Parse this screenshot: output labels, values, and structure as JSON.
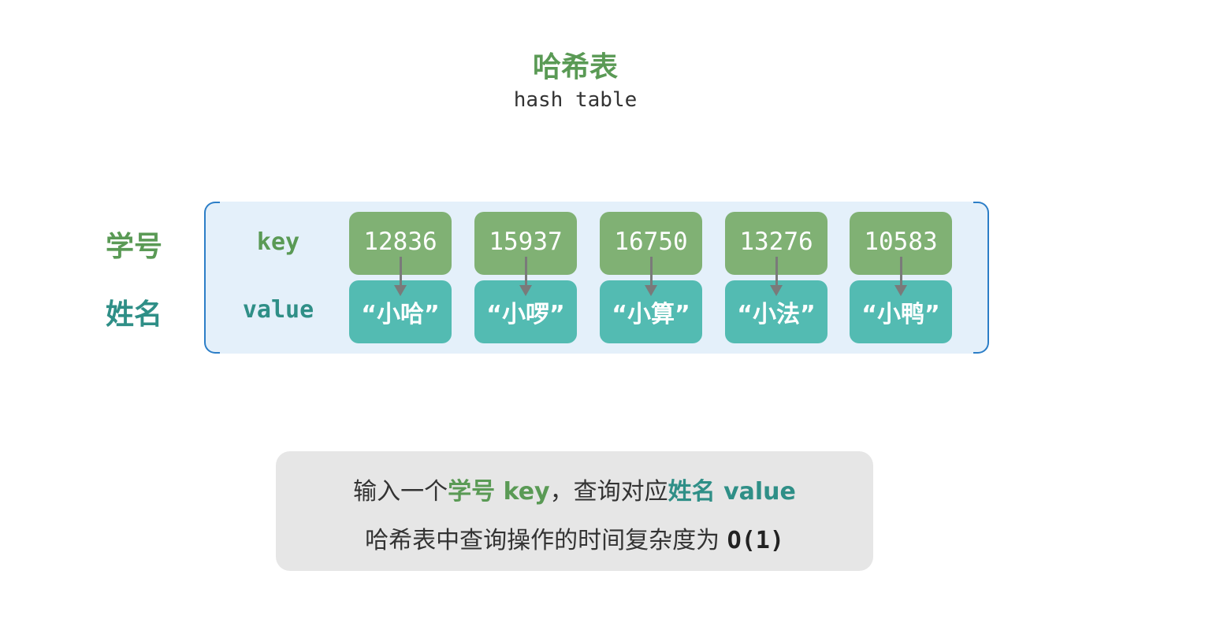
{
  "title": "哈希表",
  "subtitle": "hash table",
  "labels": {
    "key_cn": "学号",
    "value_cn": "姓名",
    "key_en": "key",
    "value_en": "value"
  },
  "entries": [
    {
      "key": "12836",
      "value": "“小哈”"
    },
    {
      "key": "15937",
      "value": "“小啰”"
    },
    {
      "key": "16750",
      "value": "“小算”"
    },
    {
      "key": "13276",
      "value": "“小法”"
    },
    {
      "key": "10583",
      "value": "“小鸭”"
    }
  ],
  "note": {
    "line1": {
      "part1": "输入一个",
      "part2": "学号 key",
      "part3": "，查询对应",
      "part4": "姓名 value"
    },
    "line2": {
      "part1": "哈希表中查询操作的时间复杂度为 ",
      "part2": "O(1)"
    }
  },
  "colors": {
    "key_green": "#80b174",
    "value_teal": "#53bbb2",
    "frame_bg": "#e4f0fa",
    "bracket_blue": "#2c7ec7",
    "note_bg": "#e6e6e6"
  }
}
